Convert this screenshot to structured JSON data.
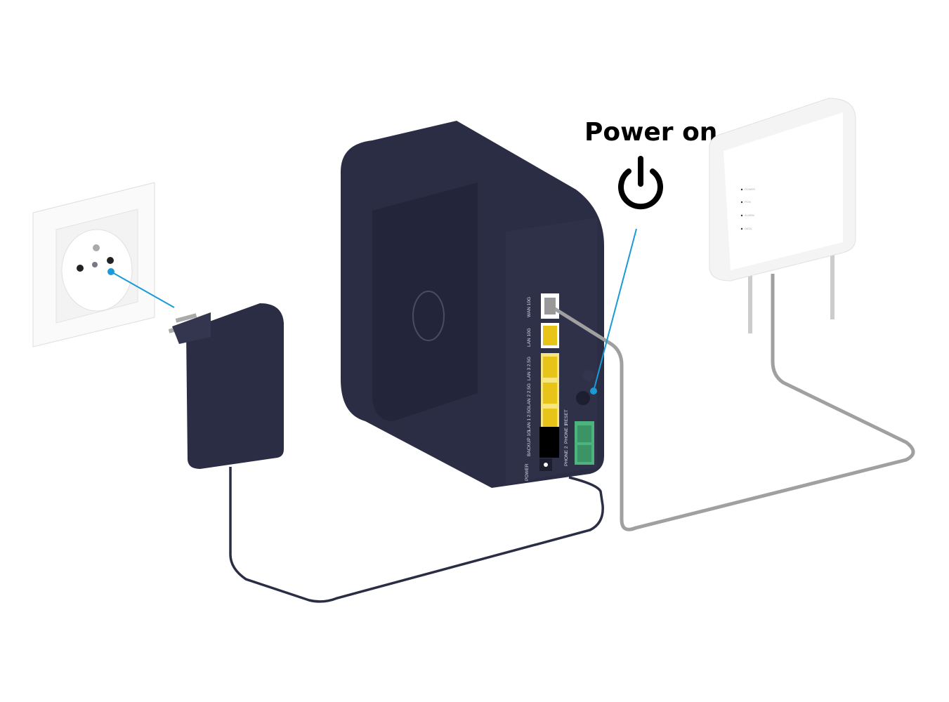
{
  "callout": {
    "title": "Power on",
    "icon": "power-icon"
  },
  "router_ports": {
    "wan": "WAN 10G",
    "lan": "LAN 10G",
    "lan3": "LAN 3 2.5G",
    "lan2": "LAN 2 2.5G",
    "lan1": "LAN 1 2.5G",
    "backup": "BACKUP 1G",
    "power": "POWER",
    "phone1": "PHONE 1",
    "phone2": "PHONE 2",
    "reset": "RESET"
  },
  "ont_leds": [
    "POWER",
    "PON",
    "ALARM",
    "DATA"
  ],
  "colors": {
    "router": "#2b2d45",
    "accent_line": "#1a9ad6",
    "lan_port": "#f2cf1a",
    "phone_port": "#3da36a",
    "cable_grey": "#a0a0a0"
  }
}
